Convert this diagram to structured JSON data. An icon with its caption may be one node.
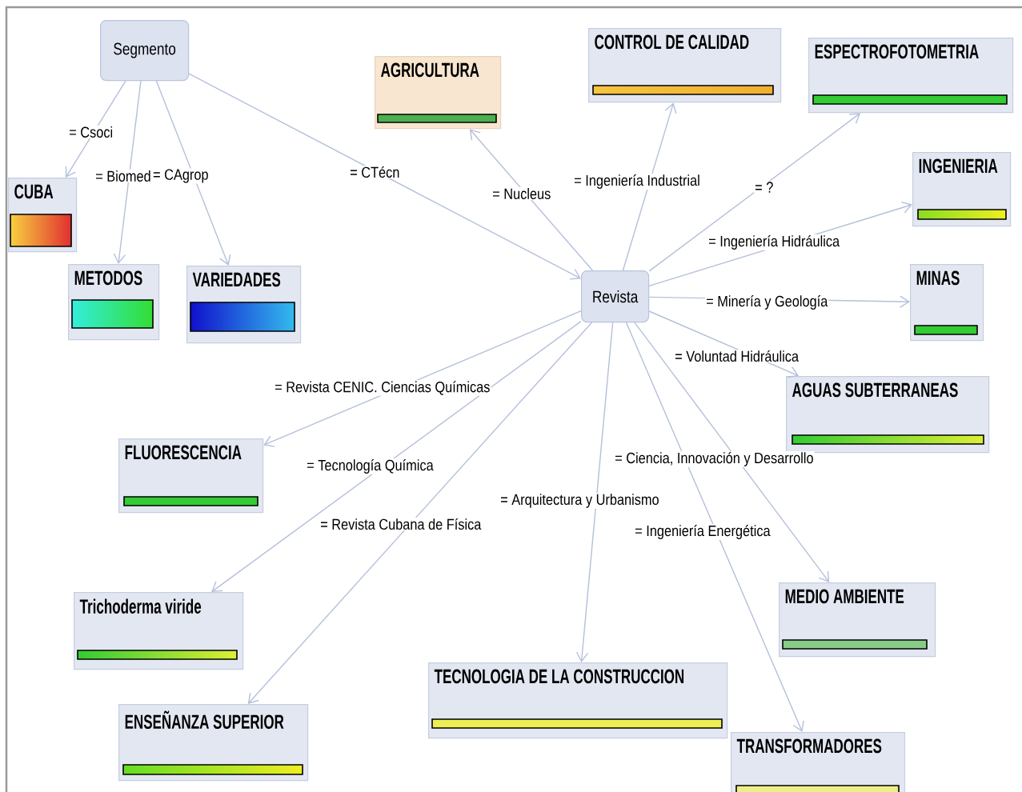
{
  "diagram": {
    "nodes": [
      {
        "text": [
          "Segmento"
        ]
      },
      {
        "text": [
          "AGRICULTURA"
        ]
      },
      {
        "text": [
          "CONTROL DE CALIDAD"
        ]
      },
      {
        "text": [
          "ESPECTROFOTOMETRIA"
        ]
      },
      {
        "text": [
          "CUBA"
        ]
      },
      {
        "text": [
          "INGENIERIA"
        ]
      },
      {
        "text": [
          "Revista"
        ]
      },
      {
        "text": [
          "METODOS"
        ]
      },
      {
        "text": [
          "VARIEDADES"
        ]
      },
      {
        "text": [
          "MINAS"
        ]
      },
      {
        "text": [
          "AGUAS SUBTERRANEAS"
        ]
      },
      {
        "text": [
          "FLUORESCENCIA"
        ]
      },
      {
        "text": [
          "MEDIO AMBIENTE"
        ]
      },
      {
        "text": [
          "Trichoderma viride"
        ]
      },
      {
        "text": [
          "TECNOLOGIA DE LA CONSTRUCCION"
        ]
      },
      {
        "text": [
          "ENSEÑANZA SUPERIOR"
        ]
      },
      {
        "text": [
          "TRANSFORMADORES"
        ]
      }
    ],
    "edges": [
      {
        "from": 0,
        "to": 4,
        "arrow": "to",
        "label": "= Csoci"
      },
      {
        "from": 0,
        "to": 7,
        "arrow": "to",
        "label": "= Biomed"
      },
      {
        "from": 0,
        "to": 8,
        "arrow": "to",
        "label": "= CAgrop"
      },
      {
        "from": 0,
        "to": 6,
        "arrow": "to",
        "label": "= CTécn"
      },
      {
        "from": 6,
        "to": 1,
        "arrow": "to",
        "label": "= Nucleus"
      },
      {
        "from": 6,
        "to": 2,
        "arrow": "to",
        "label": "= Ingeniería Industrial"
      },
      {
        "from": 6,
        "to": 3,
        "arrow": "to",
        "label": "= ?"
      },
      {
        "from": 6,
        "to": 5,
        "arrow": "to",
        "label": "= Ingeniería Hidráulica"
      },
      {
        "from": 6,
        "to": 9,
        "arrow": "to",
        "label": "= Minería y Geología"
      },
      {
        "from": 6,
        "to": 10,
        "arrow": "to",
        "label": "= Voluntad Hidráulica"
      },
      {
        "from": 6,
        "to": 11,
        "arrow": "to",
        "label": "= Revista CENIC. Ciencias Químicas"
      },
      {
        "from": 6,
        "to": 12,
        "arrow": "to",
        "label": "= Ciencia, Innovación y Desarrollo"
      },
      {
        "from": 6,
        "to": 13,
        "arrow": "to",
        "label": "= Tecnología Química"
      },
      {
        "from": 6,
        "to": 14,
        "arrow": "to",
        "label": "= Arquitectura y Urbanismo"
      },
      {
        "from": 6,
        "to": 15,
        "arrow": "to",
        "label": "= Revista Cubana de Física"
      },
      {
        "from": 6,
        "to": 16,
        "arrow": "to",
        "label": "= Ingeniería Energética"
      }
    ]
  }
}
